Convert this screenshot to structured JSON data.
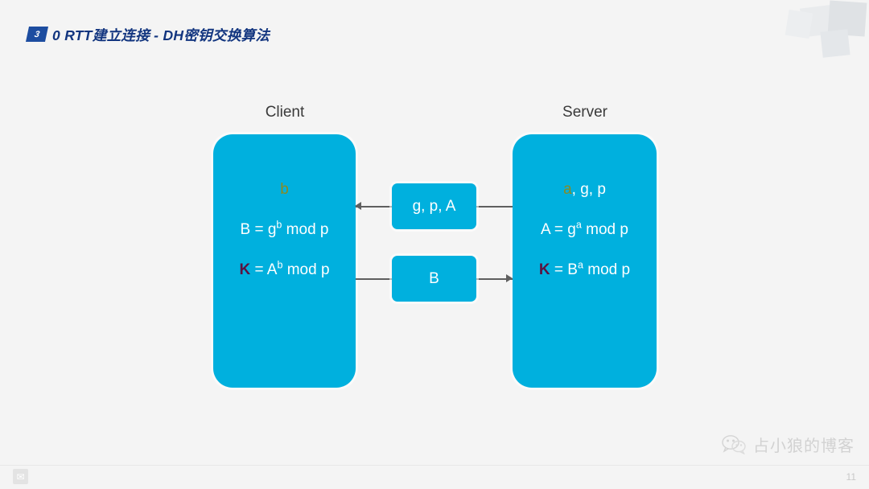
{
  "slide": {
    "number_badge": "3",
    "title": "0 RTT建立连接 - DH密钥交换算法",
    "page_number": "11",
    "background_color": "#f4f4f4",
    "accent_color": "#00b0de",
    "title_color": "#12357f"
  },
  "diagram": {
    "client": {
      "label": "Client",
      "lines": [
        {
          "prefix": "",
          "secret": "b",
          "rest": "",
          "base": "",
          "exponent": "",
          "tail": ""
        },
        {
          "prefix": "B = g",
          "secret": "",
          "rest": "",
          "base": "",
          "exponent": "b",
          "tail": " mod p"
        },
        {
          "prefix": " = A",
          "secret": "",
          "rest": "",
          "key": "K",
          "exponent": "b",
          "tail": " mod p"
        }
      ],
      "line1_secret": "b",
      "line2_text": "B = g",
      "line2_exp": "b",
      "line2_tail": " mod p",
      "line3_key": "K",
      "line3_text": " = A",
      "line3_exp": "b",
      "line3_tail": " mod p"
    },
    "server": {
      "label": "Server",
      "line1_secret": "a",
      "line1_tail": ", g, p",
      "line2_text": "A = g",
      "line2_exp": "a",
      "line2_tail": " mod p",
      "line3_key": "K",
      "line3_text": " = B",
      "line3_exp": "a",
      "line3_tail": " mod p"
    },
    "messages": {
      "top": "g, p, A",
      "bottom": "B"
    },
    "colors": {
      "secret": "#8a8a22",
      "key": "#5b1240",
      "box": "#00b0de",
      "connector": "#5f5f5f"
    }
  },
  "watermark": {
    "text": "占小狼的博客",
    "icon": "wechat-icon"
  },
  "footer": {
    "icon": "document-icon",
    "page_number": "11"
  }
}
